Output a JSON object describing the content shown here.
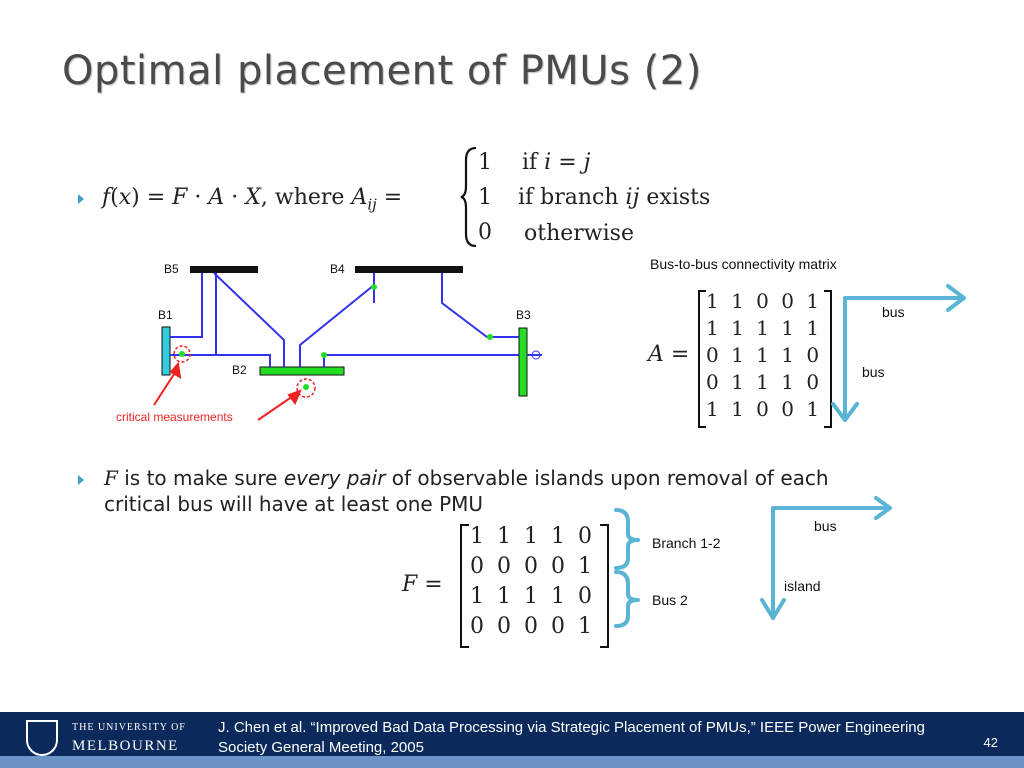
{
  "title": "Optimal placement of PMUs (2)",
  "bullet1": {
    "formula": "𝑓(𝑥) = 𝐹 · 𝐴 · 𝑋, where 𝐴",
    "sub": "𝑖𝑗",
    "eq": "=",
    "cases": [
      {
        "value": "1",
        "condition": "if 𝑖 = 𝑗"
      },
      {
        "value": "1",
        "condition": "if branch 𝑖𝑗 exists"
      },
      {
        "value": "0",
        "condition": "otherwise"
      }
    ]
  },
  "diagram": {
    "buses": [
      "B5",
      "B4",
      "B1",
      "B3",
      "B2"
    ],
    "critical_label": "critical measurements"
  },
  "matrixA": {
    "caption": "Bus-to-bus connectivity matrix",
    "lhs": "𝐴 =",
    "rows": [
      "1 1 0 0 1",
      "1 1 1 1 1",
      "0 1 1 1 0",
      "0 1 1 1 0",
      "1 1 0 0 1"
    ],
    "arrow_labels": [
      "bus",
      "bus"
    ]
  },
  "bullet2": {
    "symbol": "𝐹",
    "text_before": " is to make sure ",
    "emphasis": "every pair",
    "text_after": " of observable islands upon removal of each",
    "line2": "critical bus will have at least one PMU"
  },
  "matrixF": {
    "lhs": "𝐹 =",
    "rows": [
      "1 1 1 1 0",
      "0 0 0 0 1",
      "1 1 1 1 0",
      "0 0 0 0 1"
    ],
    "brace_labels": [
      "Branch 1-2",
      "Bus 2"
    ],
    "arrow_labels": [
      "bus",
      "island"
    ]
  },
  "footer": {
    "university_line1": "THE UNIVERSITY OF",
    "university_line2": "MELBOURNE",
    "reference": "J. Chen et al. “Improved Bad Data Processing via Strategic Placement of PMUs,” IEEE Power Engineering Society General Meeting, 2005",
    "page": "42"
  },
  "colors": {
    "accent": "#3aa0c8",
    "footer": "#0b2a5b",
    "bus_green": "#22dd22",
    "bus_cyan": "#33ccdd",
    "line_blue": "#3333ee",
    "critical_red": "#ee2222"
  }
}
